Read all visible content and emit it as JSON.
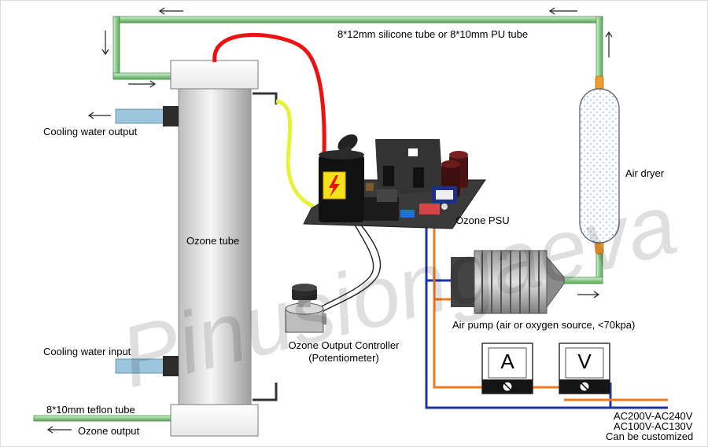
{
  "watermark": "Pinusiongaeva",
  "labels": {
    "tube_spec": "8*12mm silicone tube or 8*10mm PU tube",
    "cooling_output": "Cooling water output",
    "cooling_input": "Cooling water input",
    "ozone_tube": "Ozone tube",
    "teflon_tube": "8*10mm teflon tube",
    "ozone_output": "Ozone output",
    "controller_line1": "Ozone Output Controller",
    "controller_line2": "(Potentiometer)",
    "ozone_psu": "Ozone PSU",
    "air_dryer": "Air dryer",
    "air_pump": "Air pump (air or oxygen source, <70kpa)",
    "ammeter": "A",
    "voltmeter": "V",
    "power_line1": "AC200V-AC240V",
    "power_line2": "AC100V-AC130V",
    "power_line3": "Can be customized"
  },
  "colors": {
    "hv_wire": "#ee1111",
    "ground_wire": "#e6f23a",
    "live_wire": "#1a33b3",
    "neutral_wire": "#f07a1f",
    "tube_green": "#9ed29e",
    "cooling_pipe": "#9cc6dc"
  }
}
